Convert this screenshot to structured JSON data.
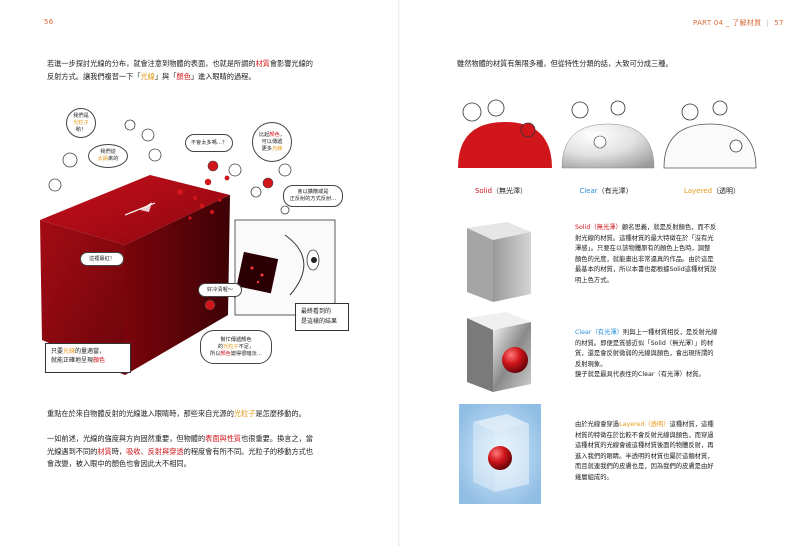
{
  "folio": {
    "left_number": "56",
    "right_chapter": "PART 04 _ 了解材質",
    "right_sep": "|",
    "right_number": "57"
  },
  "left": {
    "intro": {
      "l1": "若進一步探討光線的分布，就會注意到物體的表面，也就是所謂的",
      "l1_em": "材質",
      "l1_end": "會影響光線的",
      "l2": "反射方式。讓我們複習一下「",
      "l2_em1": "光線",
      "l2_mid": "」與「",
      "l2_em2": "顏色",
      "l2_end": "」進入眼睛的過程。"
    },
    "bubbles": {
      "b1a": "我們是",
      "b1b": "光粒子",
      "b1c": "喲！",
      "b2a": "我們從",
      "b2b": "太陽",
      "b2c": "來的",
      "b3": "不會太多嗎…？",
      "b4a": "比起",
      "b4b": "顏色",
      "b4c": "，",
      "b4d": "可以傳遞",
      "b4e": "更多",
      "b4f": "光線",
      "b5a": "會以擴散或是",
      "b5b": "正反射的方式反射…",
      "b6": "這裡最紅！",
      "b7": "好冷清喔～",
      "b8a": "幫忙傳遞顏色",
      "b8b": "的",
      "b8c": "光粒子",
      "b8d": "不足，",
      "b8e": "所以",
      "b8f": "顏色",
      "b8g": "變得很暗淡…",
      "b9a": "只要",
      "b9b": "光線",
      "b9c": "的量適當，",
      "b9d": "就能正確地呈現",
      "b9e": "顏色",
      "b10a": "最終看到的",
      "b10b": "是這樣的結果"
    },
    "body1": {
      "a": "重點在於來自物體反射的光線進入眼睛時，那些來自光源的",
      "em": "光粒子",
      "b": "是怎麼移動的。"
    },
    "body2": {
      "l1": "一如前述，光線的強度與方向固然重要，但物體的",
      "l1_em": "表面與性質",
      "l1_end": "也很重要。換言之，當",
      "l2": "光線遇到不同的",
      "l2_em1": "材質",
      "l2_mid1": "時，",
      "l2_em2": "吸收、反射與穿透",
      "l2_end": "的程度會有所不同。光粒子的移動方式也",
      "l3": "會改變，被入眼中的顏色也會因此大不相同。"
    }
  },
  "right": {
    "intro": "雖然物體的材質有無限多種，但從特性分類的話，大致可分成三種。",
    "types": [
      {
        "name": "Solid",
        "paren": "（無光澤）",
        "color": "#d0161b"
      },
      {
        "name": "Clear",
        "paren": "（有光澤）",
        "color": "#2a8fd8"
      },
      {
        "name": "Layered",
        "paren": "（透明）",
        "color": "#e69a1a"
      }
    ],
    "solid_desc": {
      "lead": "Solid（無光澤）",
      "l1": "顧名思義，就是反射顏色，而不反",
      "l2": "射光線的材質。這種材質的最大特徵在於「沒有光",
      "l3": "澤感」。只要在以該物體原有的顏色上色時，調整",
      "l4": "顏色的光度，就能畫出非常逼真的作品。由於這是",
      "l5": "最基本的材質，所以本書也都根據Solid這種材質說",
      "l6": "明上色方式。"
    },
    "clear_desc": {
      "lead": "Clear（有光澤）",
      "l1": "則與上一種材質相反，是反射光線",
      "l2": "的材質。即便是質感近似「Solid（無光澤）」的材",
      "l3": "質，還是會反射微弱的光線與顏色，會出現所謂的",
      "l4": "反射現象。",
      "l5": "鏡子就是最具代表性的Clear（有光澤）材質。"
    },
    "layered_desc": {
      "l1a": "由於光線會穿過",
      "lead": "Layered（透明）",
      "l1b": "這種材質，這種",
      "l2": "材質的特徵在於比較不會反射光線與顏色，而穿過",
      "l3": "這種材質的光線會被這種材質後面的物體反射，再",
      "l4": "進入我們的眼睛。半透明的材質也屬於這類材質，",
      "l5": "而且就連我們的皮膚也是，因為我們的皮膚是由好",
      "l6": "幾層組成的。"
    }
  }
}
